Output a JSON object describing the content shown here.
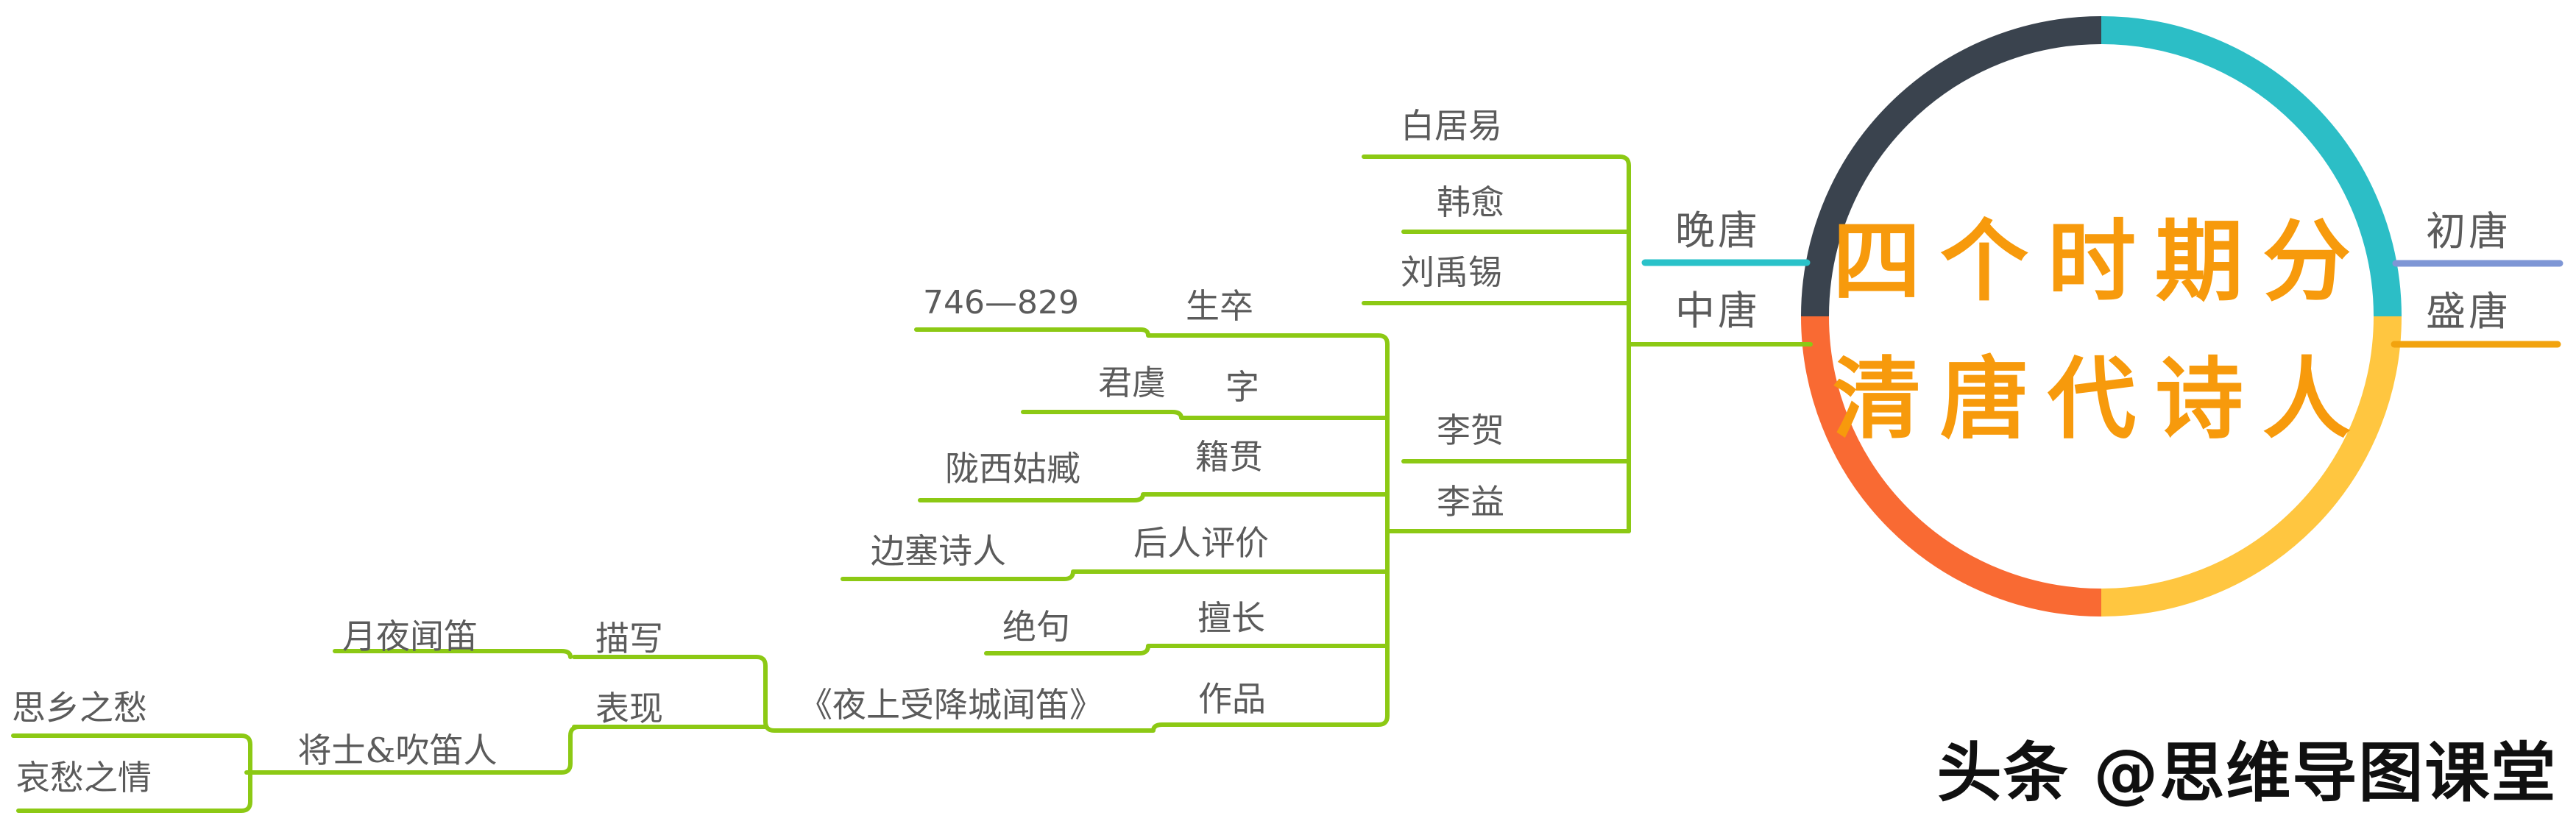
{
  "root": {
    "title_line1": "四个时期分",
    "title_line2": "清唐代诗人"
  },
  "periods": {
    "early": {
      "label": "初唐"
    },
    "high": {
      "label": "盛唐"
    },
    "late": {
      "label": "晚唐"
    },
    "mid": {
      "label": "中唐"
    }
  },
  "mid_tang_poets": {
    "baijuyi": "白居易",
    "hanyu": "韩愈",
    "liuyuxi": "刘禹锡",
    "lihe": "李贺",
    "liyi": "李益"
  },
  "liyi_details": {
    "birth_death": {
      "label": "生卒",
      "value": "746—829"
    },
    "courtesy_name": {
      "label": "字",
      "value": "君虞"
    },
    "native_place": {
      "label": "籍贯",
      "value": "陇西姑臧"
    },
    "later_evaluation": {
      "label": "后人评价",
      "value": "边塞诗人"
    },
    "specialty": {
      "label": "擅长",
      "value": "绝句"
    },
    "works": {
      "label": "作品",
      "value": "《夜上受降城闻笛》"
    }
  },
  "poem_analysis": {
    "describes": {
      "label": "描写",
      "value": "月夜闻笛"
    },
    "expresses": {
      "label": "表现",
      "value": "将士&吹笛人"
    },
    "emotions": {
      "homesickness": "思乡之愁",
      "sorrow": "哀愁之情"
    }
  },
  "watermark": "头条 @思维导图课堂",
  "colors": {
    "branch_green": "#8CC914",
    "late_tang_teal": "#2AC2C9",
    "early_tang_blue": "#7E96D5",
    "high_tang_orange": "#F2A30E",
    "ring_dark": "#3A434E",
    "ring_teal": "#2CBEC6",
    "ring_yellow": "#FFC640",
    "ring_red": "#F96A33",
    "title_orange": "#F79A0C",
    "label_gray": "#5B5B5B",
    "watermark_black": "#101010"
  }
}
